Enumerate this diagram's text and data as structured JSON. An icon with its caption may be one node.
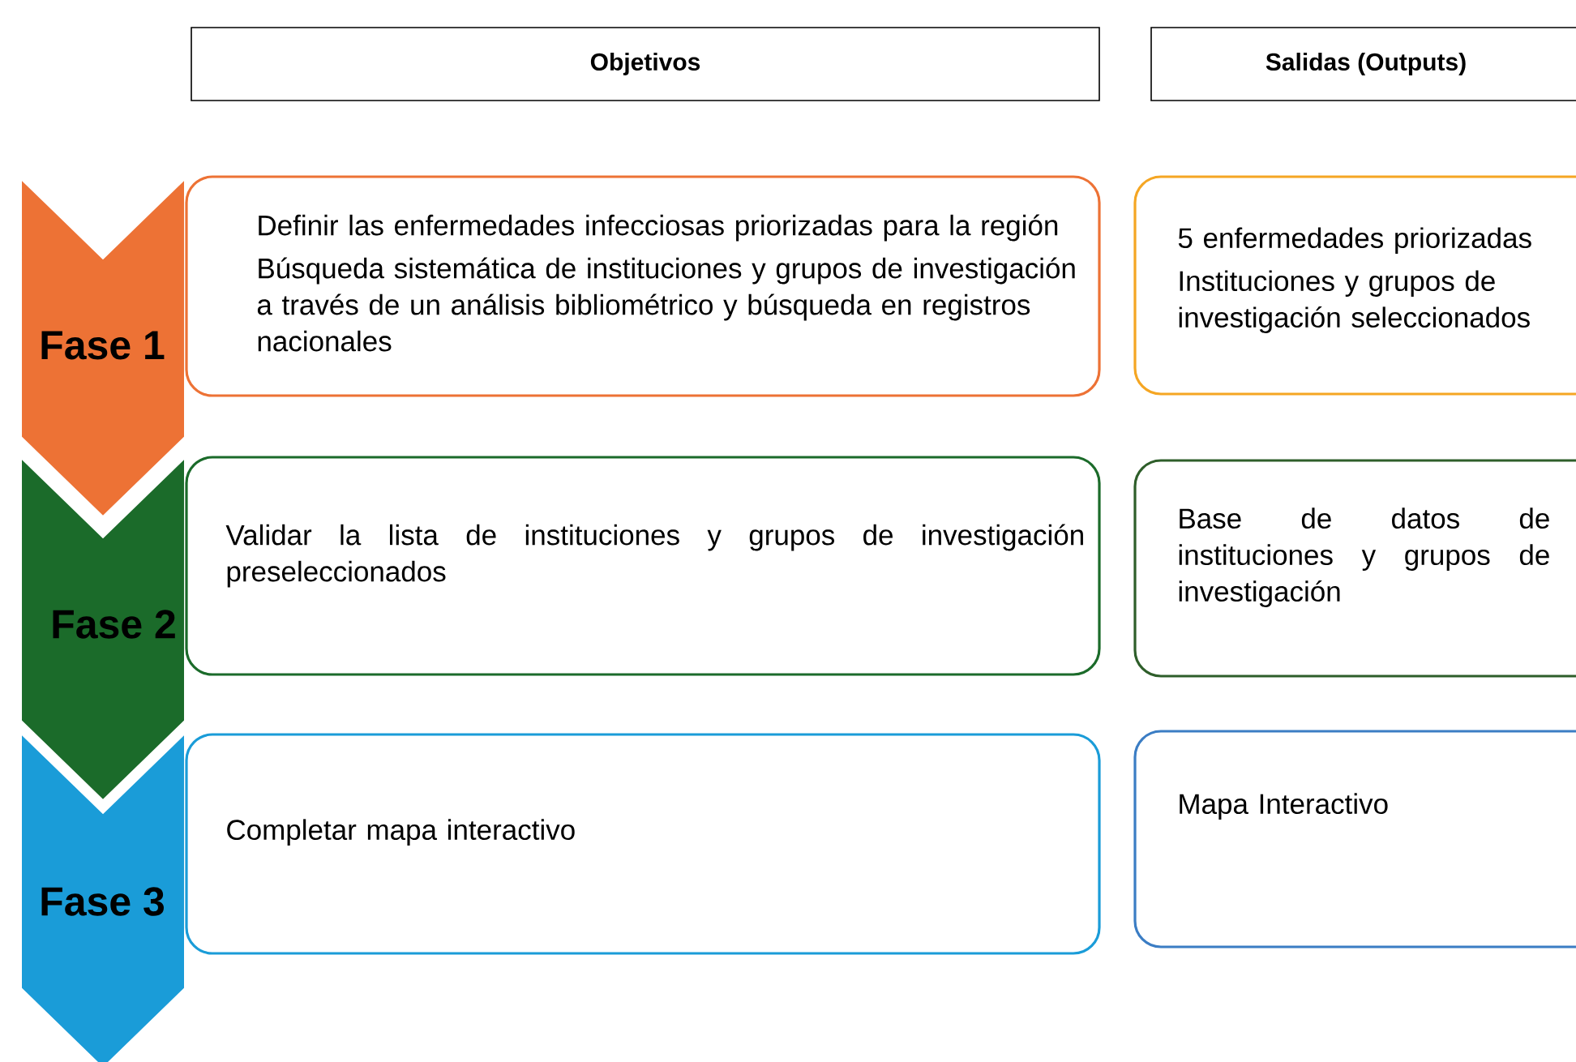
{
  "diagram": {
    "nodes": [
      {
        "text": [
          "Objetivos"
        ]
      },
      {
        "text": [
          "Salidas (Outputs)"
        ]
      },
      {
        "text": [
          "Fase 1"
        ]
      },
      {
        "text": [
          "Definir las enfermedades infecciosas priorizadas para la región",
          "Búsqueda sistemática de instituciones y grupos de investigación a través de un análisis bibliométrico y búsqueda en registros nacionales"
        ]
      },
      {
        "text": [
          "5 enfermedades priorizadas",
          "Instituciones y grupos de investigación seleccionados"
        ]
      },
      {
        "text": [
          "Fase 2"
        ]
      },
      {
        "text": [
          "Validar la lista de instituciones y grupos de investigación preseleccionados"
        ]
      },
      {
        "text": [
          "Base de datos de instituciones y grupos de investigación"
        ]
      },
      {
        "text": [
          "Fase 3"
        ]
      },
      {
        "text": [
          "Completar mapa interactivo"
        ]
      },
      {
        "text": [
          "Mapa Interactivo"
        ]
      }
    ]
  }
}
